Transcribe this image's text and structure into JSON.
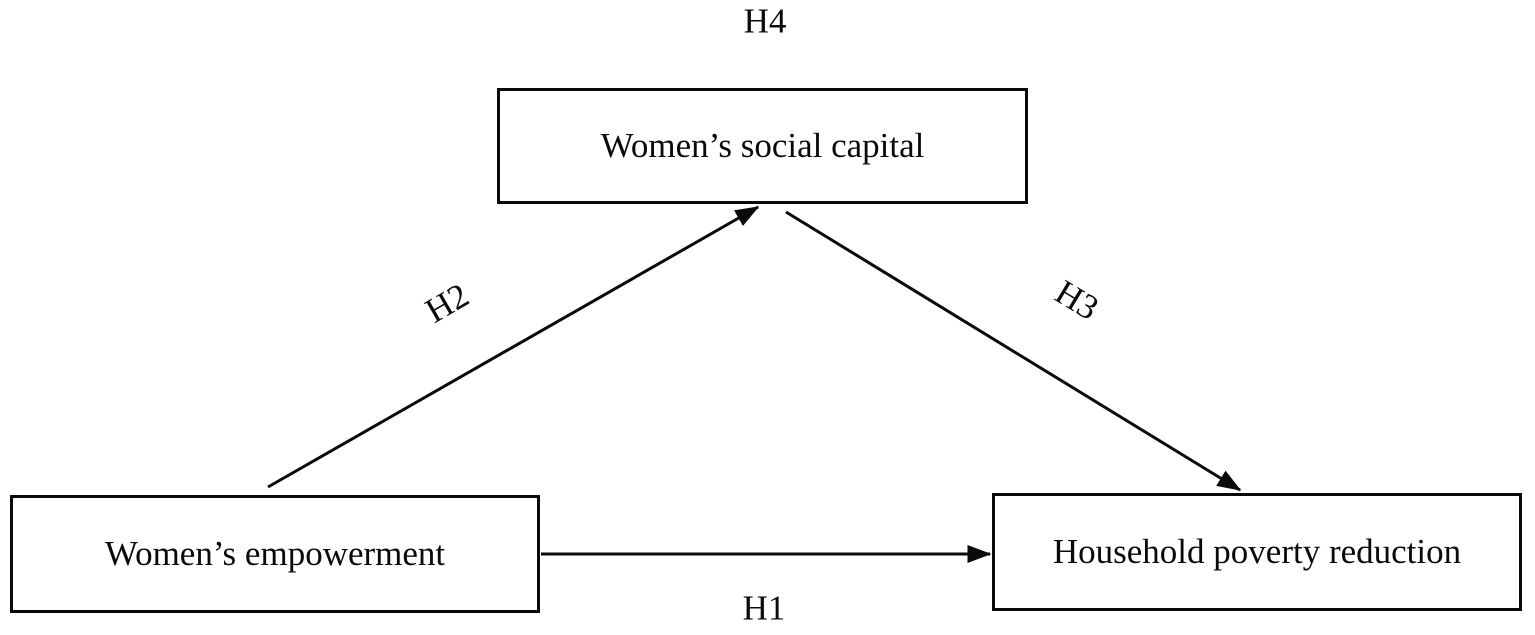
{
  "colors": {
    "background": "#ffffff",
    "ink": "#0a0a0a"
  },
  "nodes": {
    "social_capital": {
      "label": "Women’s social capital"
    },
    "empowerment": {
      "label": "Women’s empowerment"
    },
    "poverty_reduction": {
      "label": "Household poverty reduction"
    }
  },
  "hypothesis_labels": {
    "h1": "H1",
    "h2": "H2",
    "h3": "H3",
    "h4": "H4"
  },
  "edges": [
    {
      "label": "H2",
      "from": "empowerment",
      "to": "social_capital",
      "style": "solid-arrow"
    },
    {
      "label": "H3",
      "from": "social_capital",
      "to": "poverty_reduction",
      "style": "solid-arrow"
    },
    {
      "label": "H1",
      "from": "empowerment",
      "to": "poverty_reduction",
      "style": "solid-arrow"
    },
    {
      "label": "H4",
      "from": "empowerment",
      "to": "poverty_reduction",
      "note": "mediated path label shown above diagram"
    }
  ]
}
